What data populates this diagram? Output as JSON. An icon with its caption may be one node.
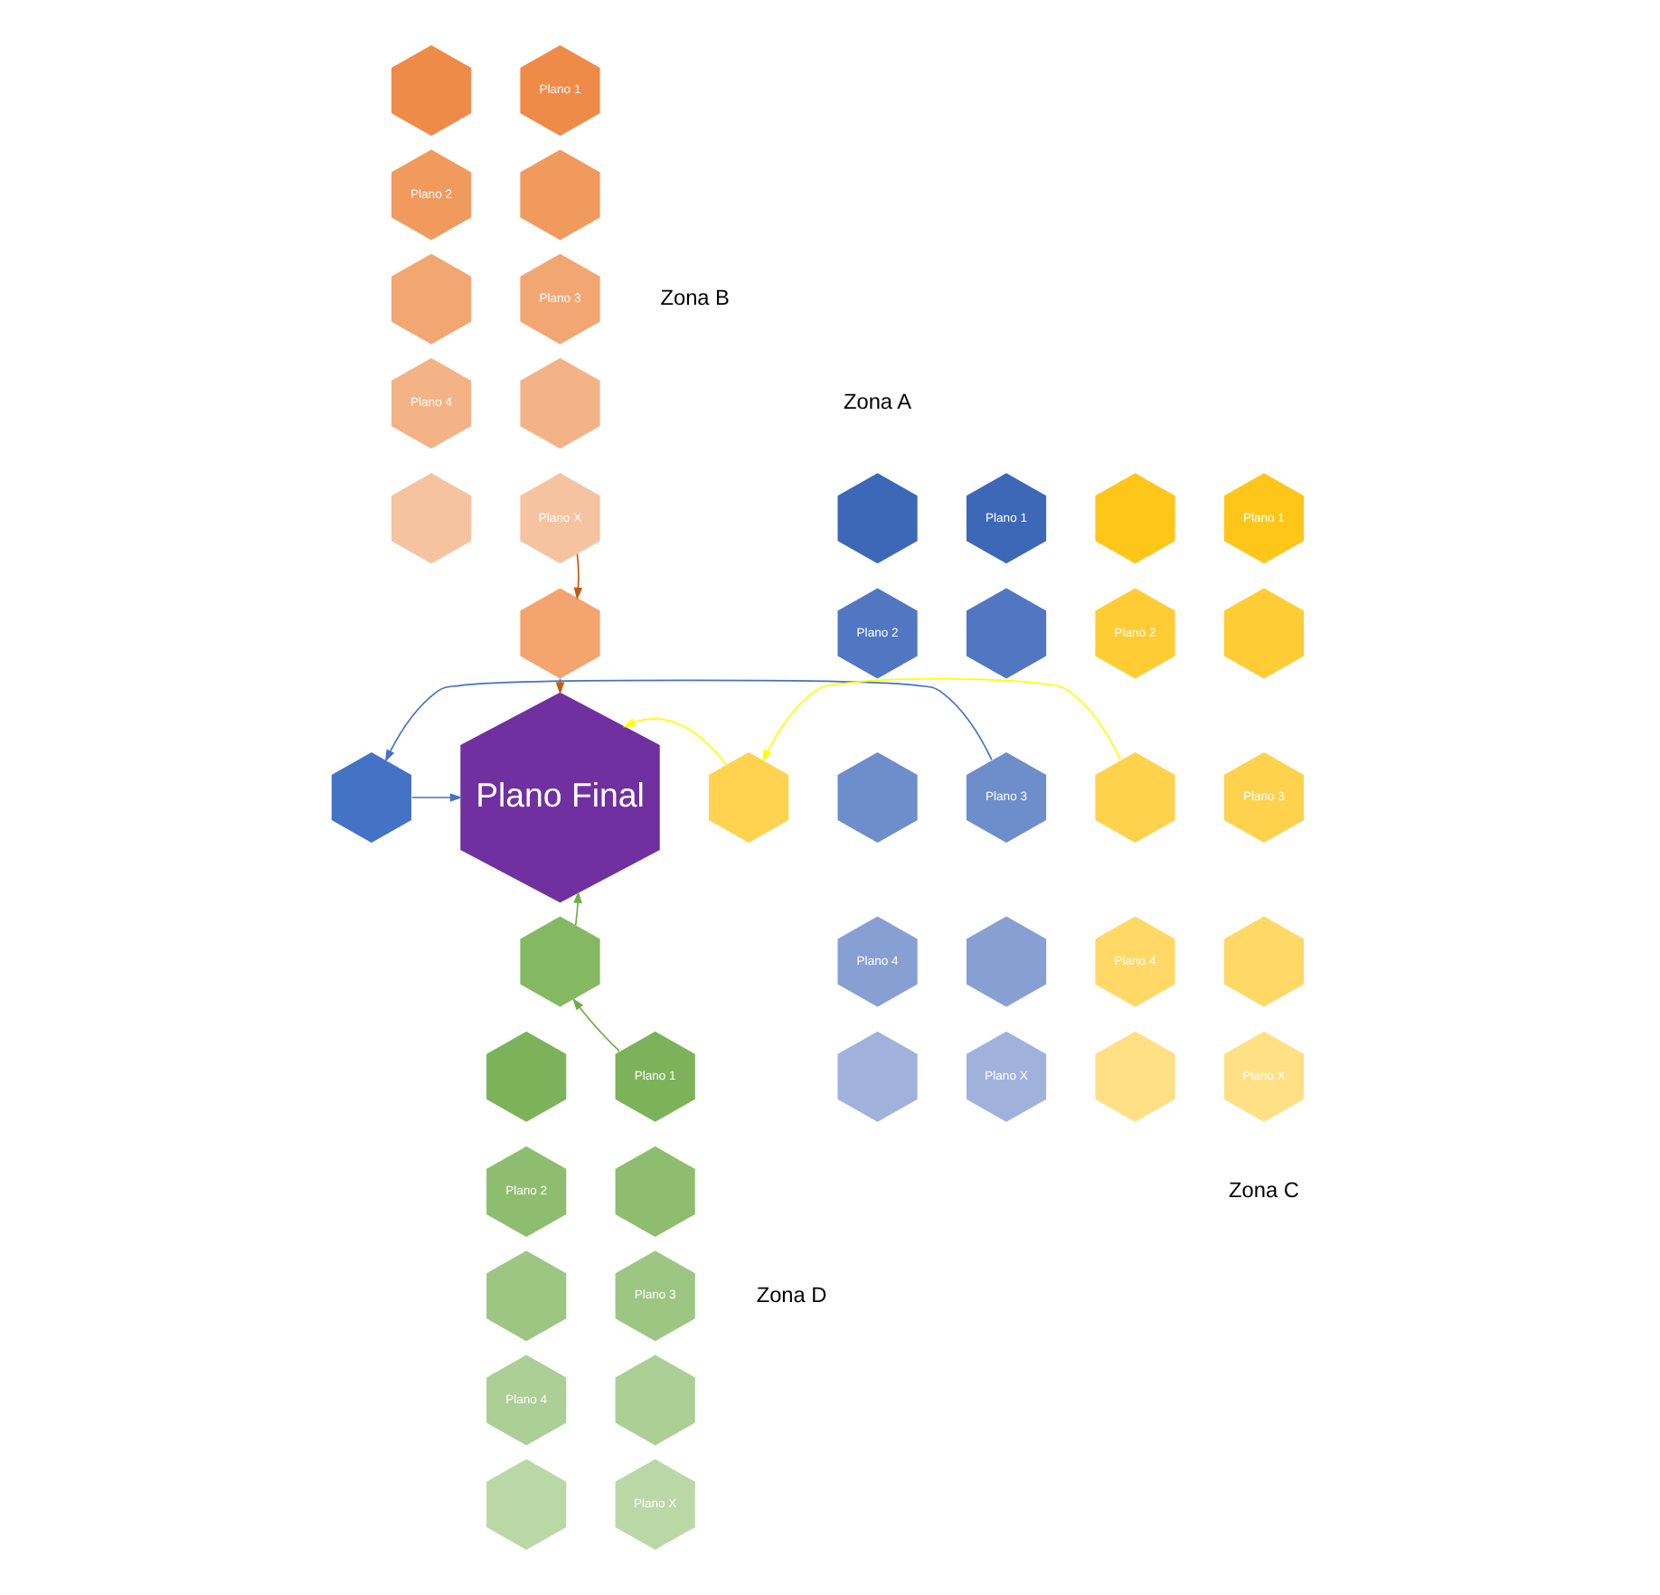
{
  "diagram": {
    "nodes": [
      {
        "text": [],
        "shape": "hexagon"
      },
      {
        "text": [
          "Plano 1"
        ]
      },
      {
        "text": [
          "Plano 2"
        ]
      },
      {
        "text": [],
        "shape": "hexagon"
      },
      {
        "text": [],
        "shape": "hexagon"
      },
      {
        "text": [
          "Plano 3"
        ]
      },
      {
        "text": [
          "Plano 4"
        ]
      },
      {
        "text": [],
        "shape": "hexagon"
      },
      {
        "text": [],
        "shape": "hexagon"
      },
      {
        "text": [
          "Plano X"
        ]
      },
      {
        "text": [],
        "shape": "hexagon"
      },
      {
        "text": [],
        "shape": "hexagon"
      },
      {
        "text": [
          "Plano 1"
        ]
      },
      {
        "text": [
          "Plano 2"
        ]
      },
      {
        "text": [],
        "shape": "hexagon"
      },
      {
        "text": [],
        "shape": "hexagon"
      },
      {
        "text": [
          "Plano 3"
        ]
      },
      {
        "text": [
          "Plano 4"
        ]
      },
      {
        "text": [],
        "shape": "hexagon"
      },
      {
        "text": [],
        "shape": "hexagon"
      },
      {
        "text": [
          "Plano X"
        ]
      },
      {
        "text": [],
        "shape": "hexagon"
      },
      {
        "text": [
          "Plano Final"
        ]
      },
      {
        "text": [],
        "shape": "hexagon"
      },
      {
        "text": [],
        "shape": "hexagon"
      },
      {
        "text": [
          "Plano 1"
        ]
      },
      {
        "text": [
          "Plano 2"
        ]
      },
      {
        "text": [],
        "shape": "hexagon"
      },
      {
        "text": [],
        "shape": "hexagon"
      },
      {
        "text": [
          "Plano 3"
        ]
      },
      {
        "text": [
          "Plano 4"
        ]
      },
      {
        "text": [],
        "shape": "hexagon"
      },
      {
        "text": [],
        "shape": "hexagon"
      },
      {
        "text": [
          "Plano X"
        ]
      },
      {
        "text": [],
        "shape": "hexagon"
      },
      {
        "text": [],
        "shape": "hexagon"
      },
      {
        "text": [
          "Plano 1"
        ]
      },
      {
        "text": [
          "Plano 2"
        ]
      },
      {
        "text": [],
        "shape": "hexagon"
      },
      {
        "text": [],
        "shape": "hexagon"
      },
      {
        "text": [
          "Plano 3"
        ]
      },
      {
        "text": [
          "Plano 4"
        ]
      },
      {
        "text": [],
        "shape": "hexagon"
      },
      {
        "text": [],
        "shape": "hexagon"
      },
      {
        "text": [
          "Plano X"
        ]
      }
    ],
    "edges": [
      {
        "from": 9,
        "to": 10,
        "arrow": "to",
        "color": "#c55a11"
      },
      {
        "from": 10,
        "to": 22,
        "arrow": "to",
        "color": "#c55a11"
      },
      {
        "from": 16,
        "to": 21,
        "arrow": "to",
        "color": "#4472c4"
      },
      {
        "from": 21,
        "to": 22,
        "arrow": "to",
        "color": "#4472c4"
      },
      {
        "from": 28,
        "to": 23,
        "arrow": "to",
        "color": "#ffff00"
      },
      {
        "from": 23,
        "to": 22,
        "arrow": "to",
        "color": "#ffff00"
      },
      {
        "from": 36,
        "to": 34,
        "arrow": "to",
        "color": "#70ad47"
      },
      {
        "from": 34,
        "to": 22,
        "arrow": "to",
        "color": "#70ad47"
      }
    ],
    "labels": [
      "Zona B",
      "Zona A",
      "Zona C",
      "Zona D"
    ]
  }
}
